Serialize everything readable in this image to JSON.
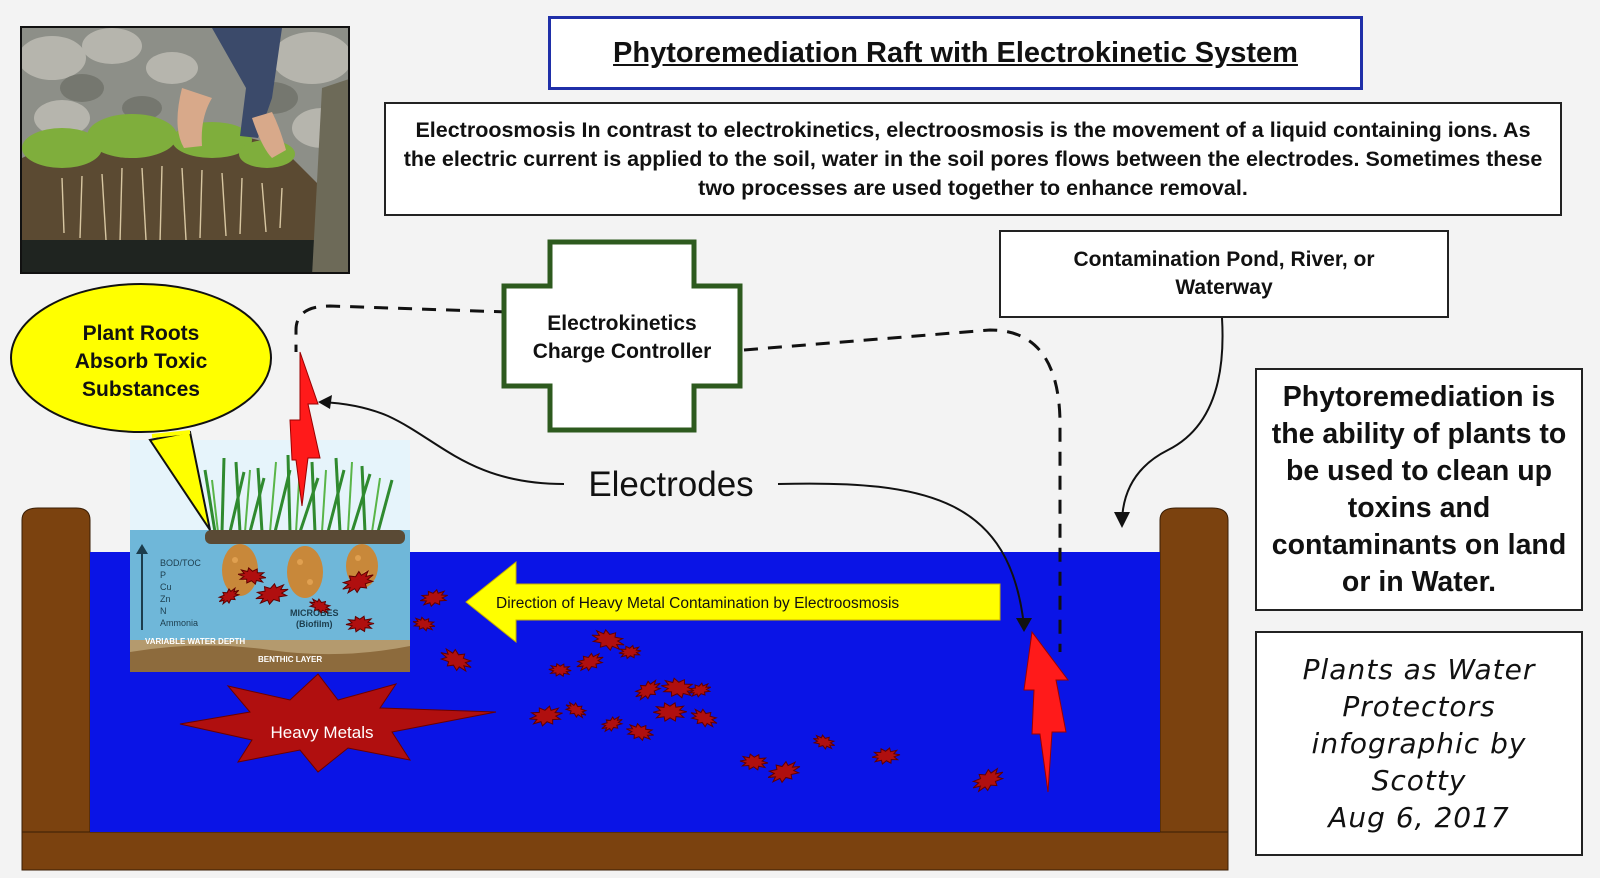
{
  "title": "Phytoremediation Raft with Electrokinetic System",
  "info_text": "Electroosmosis In contrast to electrokinetics, electroosmosis is the movement of a liquid containing ions. As the electric current is applied to the soil, water in the soil pores flows between the electrodes. Sometimes these two processes are used together to enhance removal.",
  "pond_label": "Contamination Pond, River,  or Waterway",
  "definition": "Phytoremediation is the ability of plants to be used to clean up toxins and contaminants on land or in Water.",
  "credit": {
    "line1": "Plants as Water",
    "line2": "Protectors",
    "line3": "infographic by",
    "line4": "Scotty",
    "date": "Aug 6, 2017"
  },
  "controller": {
    "line1": "Electrokinetics",
    "line2": "Charge Controller"
  },
  "bubble": {
    "line1": "Plant Roots",
    "line2": "Absorb Toxic",
    "line3": "Substances"
  },
  "electrodes_label": "Electrodes",
  "flow_label": "Direction of Heavy Metal Contamination by Electroosmosis",
  "heavy_metals_label": "Heavy Metals",
  "inset": {
    "labels": [
      "BOD/TOC",
      "P",
      "Cu",
      "Zn",
      "N",
      "Ammonia"
    ],
    "microbes": "MICROBES",
    "biofilm": "(Biofilm)",
    "depth": "VARIABLE WATER DEPTH",
    "benthic": "BENTHIC LAYER"
  },
  "colors": {
    "water": "#0a14e6",
    "tank": "#7b420f",
    "electrode": "#ff1a1a",
    "particle": "#b00f0f",
    "arrow": "#ffff00",
    "bubble": "#ffff00",
    "controller_border": "#2d5a1e",
    "title_border": "#1f2fa8"
  }
}
